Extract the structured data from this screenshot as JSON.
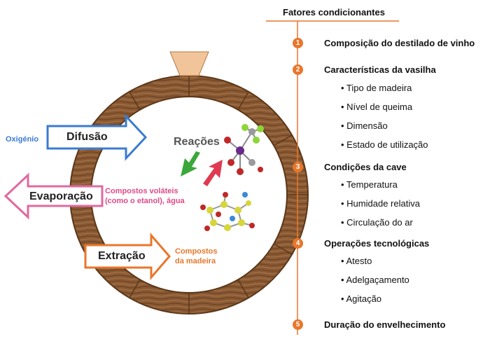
{
  "header": {
    "title": "Fatores condicionantes"
  },
  "factors": [
    {
      "num": "1",
      "label": "Composição do destilado de vinho",
      "items": []
    },
    {
      "num": "2",
      "label": "Características da vasilha",
      "items": [
        "• Tipo de madeira",
        "• Nível de queima",
        "• Dimensão",
        "• Estado de utilização"
      ]
    },
    {
      "num": "3",
      "label": "Condições da cave",
      "items": [
        "• Temperatura",
        "• Humidade relativa",
        "• Circulação do ar"
      ]
    },
    {
      "num": "4",
      "label": "Operações tecnológicas",
      "items": [
        "• Atesto",
        "• Adelgaçamento",
        "• Agitação"
      ]
    },
    {
      "num": "5",
      "label": "Duração do envelhecimento",
      "items": []
    }
  ],
  "processes": {
    "diffusion": {
      "label": "Difusão",
      "side": "Oxigénio"
    },
    "evaporation": {
      "label": "Evaporação",
      "side_line1": "Compostos voláteis",
      "side_line2": "(como o etanol), água"
    },
    "extraction": {
      "label": "Extração",
      "side_line1": "Compostos",
      "side_line2": "da madeira"
    },
    "reactions": {
      "label": "Reações"
    }
  },
  "colors": {
    "accent_orange": "#e8772c",
    "diffusion_blue": "#3b7bd0",
    "evaporation_pink": "#e04a8a",
    "wood": "#8a5a34"
  }
}
